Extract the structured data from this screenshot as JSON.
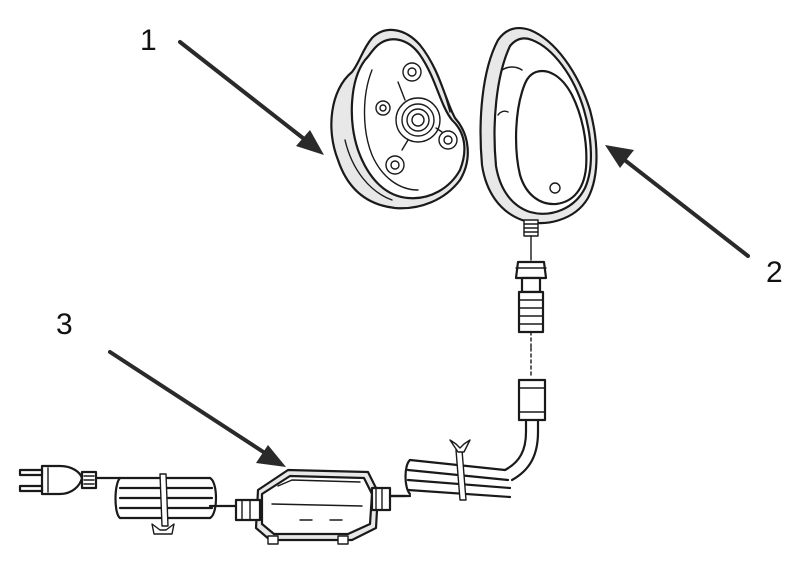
{
  "callouts": [
    {
      "id": "1",
      "label": "1"
    },
    {
      "id": "2",
      "label": "2"
    },
    {
      "id": "3",
      "label": "3"
    }
  ],
  "colors": {
    "line": "#1a1a1a",
    "arrow": "#2a2a2a",
    "background": "#ffffff"
  }
}
